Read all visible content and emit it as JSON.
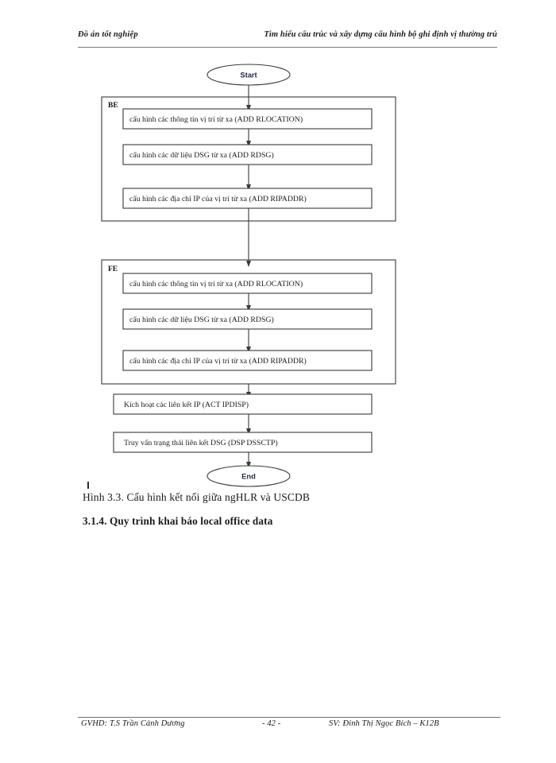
{
  "page": {
    "header_left": "Đồ án tốt nghiệp",
    "header_right": "Tìm hiểu cấu trúc và xây dựng cấu hình bộ ghi định vị thường trú",
    "caption": "Hình 3.3. Cấu hình kết nối giữa ngHLR và USCDB",
    "subheading": "3.1.4. Quy trình khai báo local office data",
    "footer_left": "GVHD: T.S Trần Cảnh Dương",
    "footer_center": "- 42 -",
    "footer_right": "SV: Đinh Thị Ngọc Bích – K12B"
  },
  "flowchart": {
    "start_label": "Start",
    "end_label": "End",
    "groups": [
      {
        "tag": "BE",
        "steps": [
          "cấu hình các thông tin vị trí từ xa (ADD RLOCATION)",
          "cấu hình các dữ liệu DSG từ xa (ADD RDSG)",
          "cấu hình các địa chỉ IP của vị trí từ xa (ADD RIPADDR)"
        ]
      },
      {
        "tag": "FE",
        "steps": [
          "cấu hình các thông tin vị trí từ xa (ADD RLOCATION)",
          "cấu hình các dữ liệu DSG từ xa (ADD RDSG)",
          "cấu hình các địa chỉ IP của vị trí từ xa (ADD RIPADDR)"
        ]
      }
    ],
    "tail_steps": [
      "Kích hoạt các liên kết IP (ACT IPDISP)",
      "Truy vấn trạng thái liên kết DSG (DSP DSSCTP)"
    ]
  },
  "colors": {
    "stroke": "#3a3a3a",
    "text": "#111111",
    "terminal_text": "#2a2a4a",
    "rule": "#7b7b7b"
  }
}
